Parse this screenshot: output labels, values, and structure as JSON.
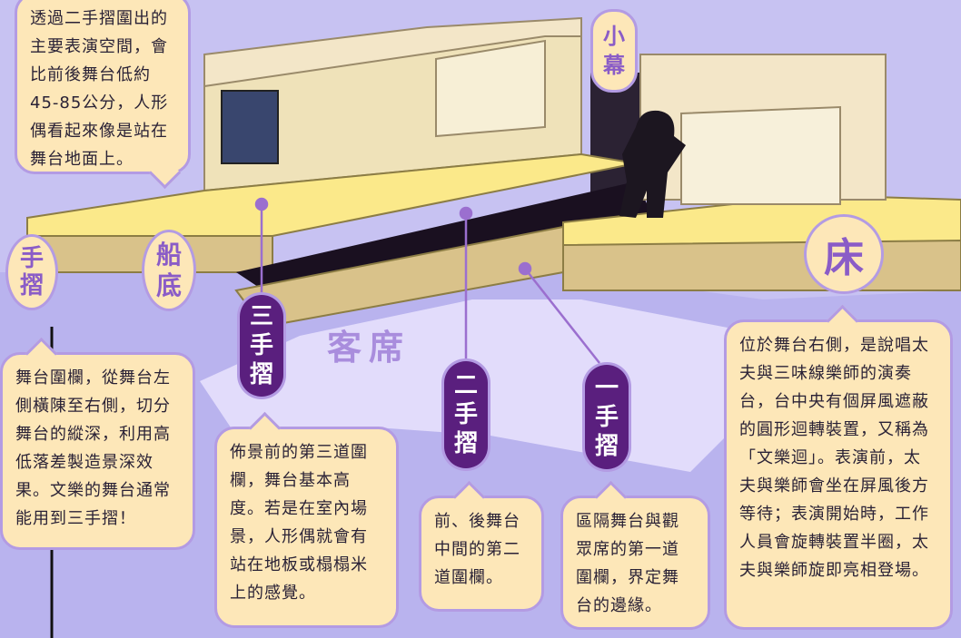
{
  "colors": {
    "background": "#c7c2f2",
    "bubble_fill": "#fde7b8",
    "bubble_border": "#b39be3",
    "pill_purple": "#5a1f7e",
    "accent_purple": "#8a5cc7",
    "stage_floor_yellow": "#fbe98a",
    "pit_black": "#1a1020"
  },
  "callouts": {
    "funazoko": "透過二手摺圍出的主要表演空間，會比前後舞台低約45-85公分，人形偶看起來像是站在舞台地面上。",
    "tesuri": "舞台圍欄，從舞台左側橫陳至右側，切分舞台的縱深，利用高低落差製造景深效果。文樂的舞台通常能用到三手摺！",
    "san_tesuri": "佈景前的第三道圍欄，舞台基本高度。若是在室內場景，人形偶就會有站在地板或榻榻米上的感覺。",
    "ni_tesuri": "前、後舞台中間的第二道圍欄。",
    "ichi_tesuri": "區隔舞台與觀眾席的第一道圍欄，界定舞台的邊緣。",
    "yuka": "位於舞台右側，是說唱太夫與三味線樂師的演奏台，台中央有個屏風遮蔽的圓形迴轉裝置，又稱為「文樂迴」。表演前，太夫與樂師會坐在屏風後方等待；表演開始時，工作人員會旋轉裝置半圈，太夫與樂師旋即亮相登場。"
  },
  "labels": {
    "tesuri": [
      "手",
      "摺"
    ],
    "funazoko": [
      "船",
      "底"
    ],
    "komaku": [
      "小",
      "幕"
    ],
    "yuka": "床",
    "audience": "客席",
    "san_tesuri": [
      "三",
      "手",
      "摺"
    ],
    "ni_tesuri": [
      "二",
      "手",
      "摺"
    ],
    "ichi_tesuri": [
      "一",
      "手",
      "摺"
    ]
  }
}
